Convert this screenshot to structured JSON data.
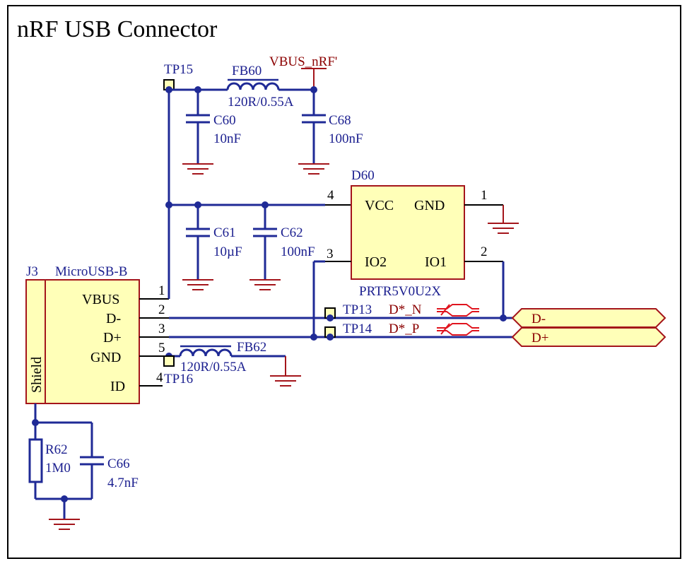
{
  "sheet": {
    "title": "nRF USB Connector"
  },
  "nets": {
    "vbus_nrf": "VBUS_nRF'",
    "dn_alias": "D*_N",
    "dp_alias": "D*_P",
    "dn_port": "D-",
    "dp_port": "D+"
  },
  "components": {
    "tp15": "TP15",
    "tp13": "TP13",
    "tp14": "TP14",
    "tp16": "TP16",
    "fb60": {
      "designator": "FB60",
      "value": "120R/0.55A"
    },
    "fb62": {
      "designator": "FB62",
      "value": "120R/0.55A"
    },
    "c60": {
      "designator": "C60",
      "value": "10nF"
    },
    "c68": {
      "designator": "C68",
      "value": "100nF"
    },
    "c61": {
      "designator": "C61",
      "value": "10µF"
    },
    "c62": {
      "designator": "C62",
      "value": "100nF"
    },
    "c66": {
      "designator": "C66",
      "value": "4.7nF"
    },
    "r62": {
      "designator": "R62",
      "value": "1M0"
    },
    "d60": {
      "designator": "D60",
      "part": "PRTR5V0U2X",
      "pins": {
        "vcc": "VCC",
        "gnd": "GND",
        "io2": "IO2",
        "io1": "IO1",
        "n1": "1",
        "n2": "2",
        "n3": "3",
        "n4": "4"
      }
    },
    "j3": {
      "designator": "J3",
      "part": "MicroUSB-B",
      "shield": "Shield",
      "pins": {
        "vbus": "VBUS",
        "dminus": "D-",
        "dplus": "D+",
        "gnd": "GND",
        "id": "ID",
        "n1": "1",
        "n2": "2",
        "n3": "3",
        "n4": "4",
        "n5": "5"
      }
    }
  },
  "colors": {
    "wire": "#1f2a96",
    "net_label": "#8b0000",
    "component_body": "#ffffb8",
    "outline": "#a4151b"
  }
}
